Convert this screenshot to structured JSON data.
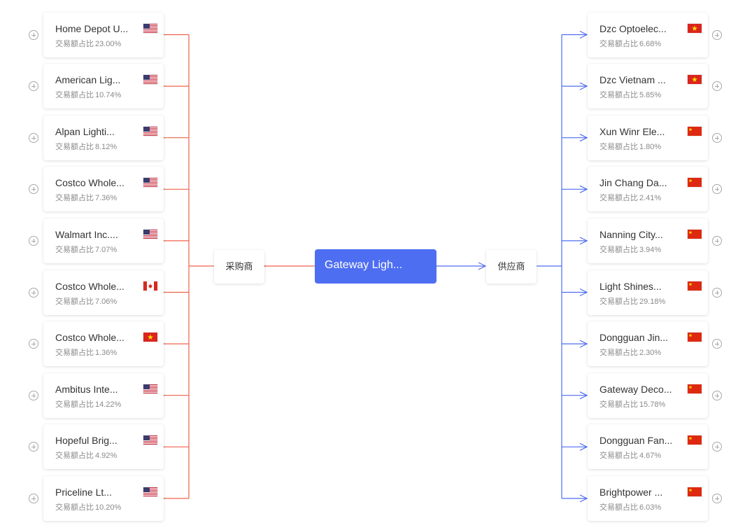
{
  "center": {
    "label": "Gateway Ligh..."
  },
  "buyer_group": {
    "label": "采购商"
  },
  "supplier_group": {
    "label": "供应商"
  },
  "ratio_label": "交易额占比",
  "colors": {
    "buyer_line": "#f0624d",
    "supplier_line": "#4e6ef2",
    "center_bg": "#4e6ef2"
  },
  "buyers": [
    {
      "name": "Home Depot U...",
      "ratio": "23.00%",
      "flag": "us"
    },
    {
      "name": "American Lig...",
      "ratio": "10.74%",
      "flag": "us"
    },
    {
      "name": "Alpan Lighti...",
      "ratio": "8.12%",
      "flag": "us"
    },
    {
      "name": "Costco Whole...",
      "ratio": "7.36%",
      "flag": "us"
    },
    {
      "name": "Walmart Inc....",
      "ratio": "7.07%",
      "flag": "us"
    },
    {
      "name": "Costco Whole...",
      "ratio": "7.06%",
      "flag": "ca"
    },
    {
      "name": "Costco Whole...",
      "ratio": "1.36%",
      "flag": "vn"
    },
    {
      "name": "Ambitus Inte...",
      "ratio": "14.22%",
      "flag": "us"
    },
    {
      "name": "Hopeful Brig...",
      "ratio": "4.92%",
      "flag": "us"
    },
    {
      "name": "Priceline Lt...",
      "ratio": "10.20%",
      "flag": "us"
    }
  ],
  "suppliers": [
    {
      "name": "Dzc Optoelec...",
      "ratio": "6.68%",
      "flag": "vn"
    },
    {
      "name": "Dzc Vietnam ...",
      "ratio": "5.85%",
      "flag": "vn"
    },
    {
      "name": "Xun Winr Ele...",
      "ratio": "1.80%",
      "flag": "cn"
    },
    {
      "name": "Jin Chang Da...",
      "ratio": "2.41%",
      "flag": "cn"
    },
    {
      "name": "Nanning City...",
      "ratio": "3.94%",
      "flag": "cn"
    },
    {
      "name": "Light Shines...",
      "ratio": "29.18%",
      "flag": "cn"
    },
    {
      "name": "Dongguan Jin...",
      "ratio": "2.30%",
      "flag": "cn"
    },
    {
      "name": "Gateway Deco...",
      "ratio": "15.78%",
      "flag": "cn"
    },
    {
      "name": "Dongguan Fan...",
      "ratio": "4.67%",
      "flag": "cn"
    },
    {
      "name": "Brightpower ...",
      "ratio": "6.03%",
      "flag": "cn"
    }
  ]
}
